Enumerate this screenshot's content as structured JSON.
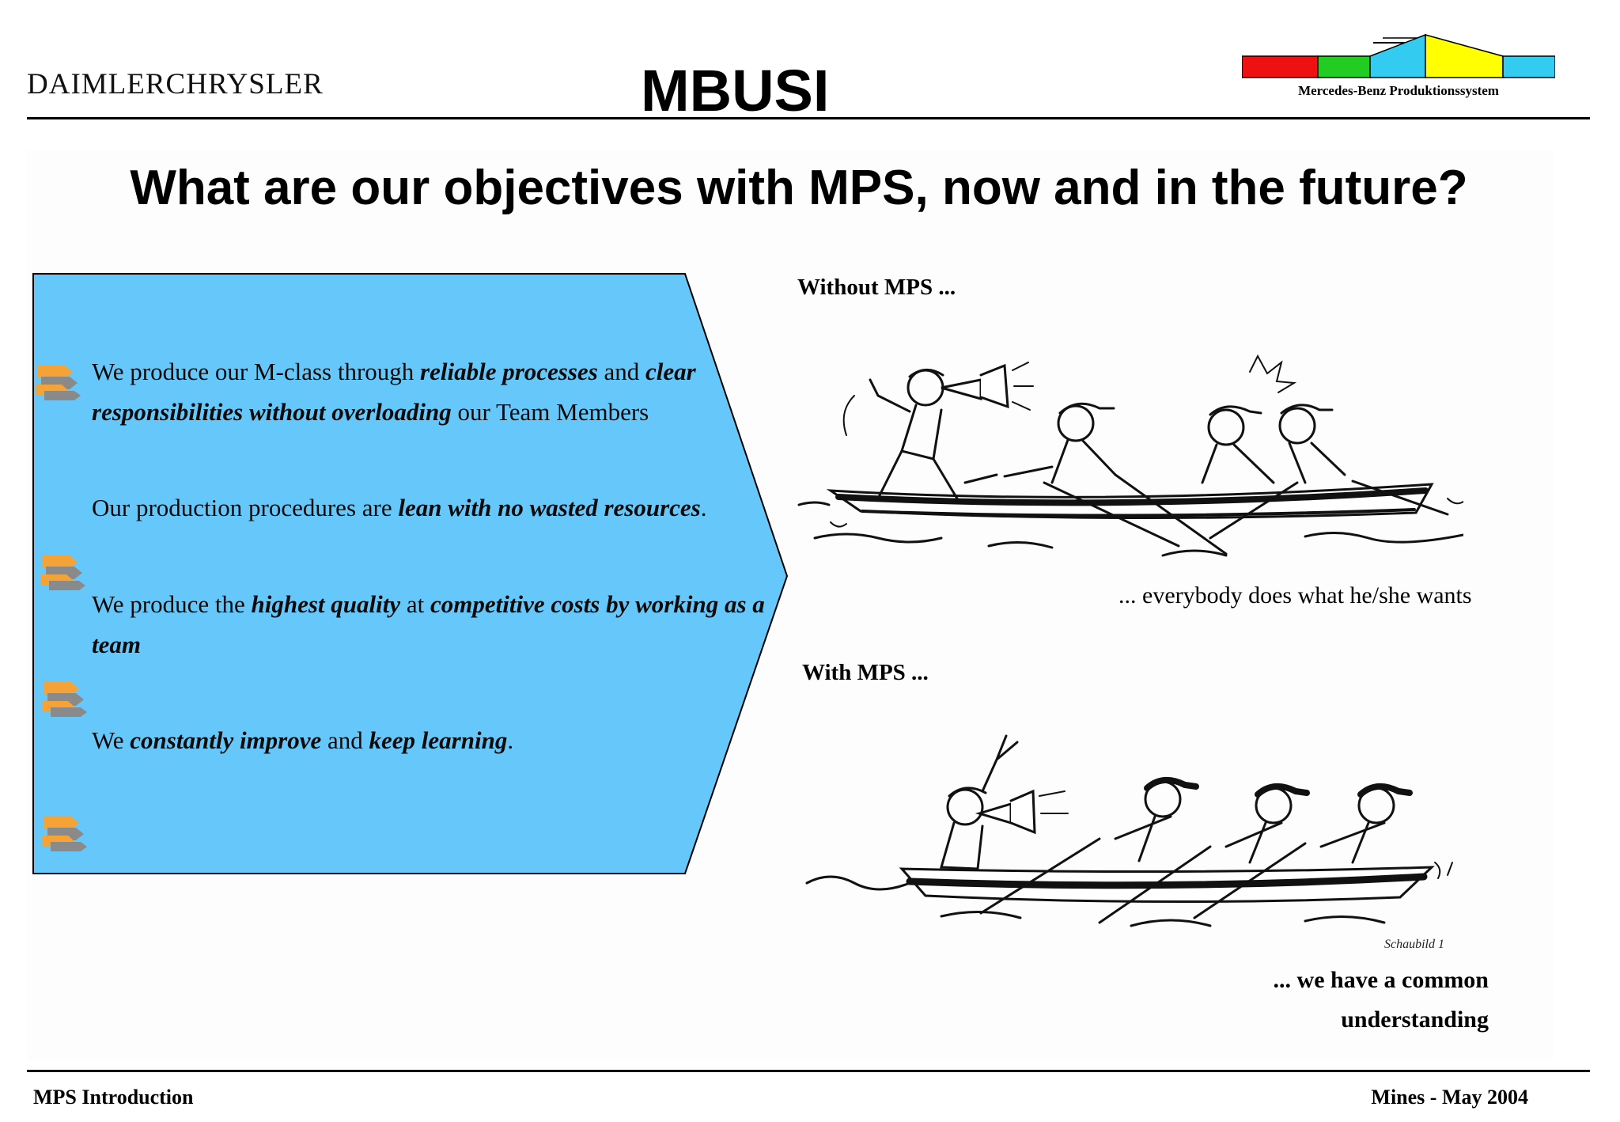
{
  "header": {
    "company_logo": "DaimlerChrysler",
    "title": "MBUSI",
    "mps_logo_caption": "Mercedes-Benz Produktionssystem",
    "mps_logo_colors": [
      "#ee1111",
      "#22cc22",
      "#33ccf0",
      "#ffff00",
      "#33ccf0"
    ]
  },
  "question": "What are our objectives with MPS, now and in the future?",
  "objectives": [
    {
      "icon": "orange-gray-arrows-icon",
      "parts": [
        {
          "text": "We produce our M-class through ",
          "emphasis": false
        },
        {
          "text": "reliable processes",
          "emphasis": true
        },
        {
          "text": " and ",
          "emphasis": false
        },
        {
          "text": "clear responsibilities without overloading",
          "emphasis": true
        },
        {
          "text": " our Team Members",
          "emphasis": false
        }
      ]
    },
    {
      "icon": "orange-gray-arrows-icon",
      "parts": [
        {
          "text": "Our production procedures are ",
          "emphasis": false
        },
        {
          "text": "lean with no wasted resources",
          "emphasis": true
        },
        {
          "text": ".",
          "emphasis": false
        }
      ]
    },
    {
      "icon": "orange-gray-arrows-icon",
      "parts": [
        {
          "text": "We produce the ",
          "emphasis": false
        },
        {
          "text": "highest quality",
          "emphasis": true
        },
        {
          "text": " at ",
          "emphasis": false
        },
        {
          "text": "competitive costs by working as a team",
          "emphasis": true
        }
      ]
    },
    {
      "icon": "orange-gray-arrows-icon",
      "parts": [
        {
          "text": "We ",
          "emphasis": false
        },
        {
          "text": "constantly improve",
          "emphasis": true
        },
        {
          "text": " and ",
          "emphasis": false
        },
        {
          "text": "keep learning",
          "emphasis": true
        },
        {
          "text": ".",
          "emphasis": false
        }
      ]
    }
  ],
  "panel_color": "#66c8fa",
  "without": {
    "label": "Without MPS  ...",
    "caption": "... everybody does what he/she wants",
    "illustration": "chaotic-rowing-boat-cartoon"
  },
  "with": {
    "label": "With MPS  ...",
    "caption_line1": "... we have a common",
    "caption_line2": "understanding",
    "illustration": "coordinated-rowing-boat-cartoon",
    "signature": "Schaubild 1"
  },
  "footer": {
    "left": "MPS Introduction",
    "right": "Mines - May 2004"
  }
}
